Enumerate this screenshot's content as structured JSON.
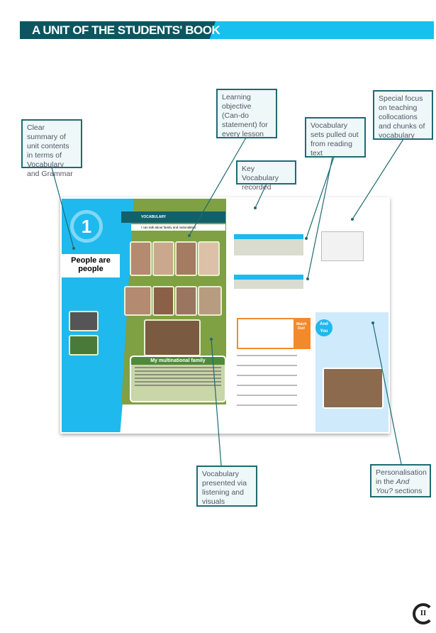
{
  "header": {
    "title": "A UNIT OF THE STUDENTS' BOOK",
    "accent": "#18c0f0",
    "dark": "#0d5560"
  },
  "callouts": {
    "summary": "Clear summary of unit contents in terms of Vocabulary and Grammar",
    "objective": "Learning objective (Can-do statement) for every lesson",
    "key_vocab": "Key Vocabulary recorded",
    "vocab_sets": "Vocabulary sets pulled out from reading text",
    "collocations": "Special focus on teaching collocations and chunks of vocabulary",
    "presented": "Vocabulary presented via listening and visuals",
    "personalisation_pre": "Personalisation in the ",
    "personalisation_em": "And You?",
    "personalisation_post": " sections"
  },
  "book": {
    "unit_number": "1",
    "unit_title": "People are people",
    "section": "VOCABULARY",
    "cando": "I can talk about family and nationalities.",
    "reading_title": "My multinational family",
    "watch_out": "Watch Out!",
    "and_you": "And You"
  },
  "icons": {
    "logo": "publisher-logo"
  }
}
